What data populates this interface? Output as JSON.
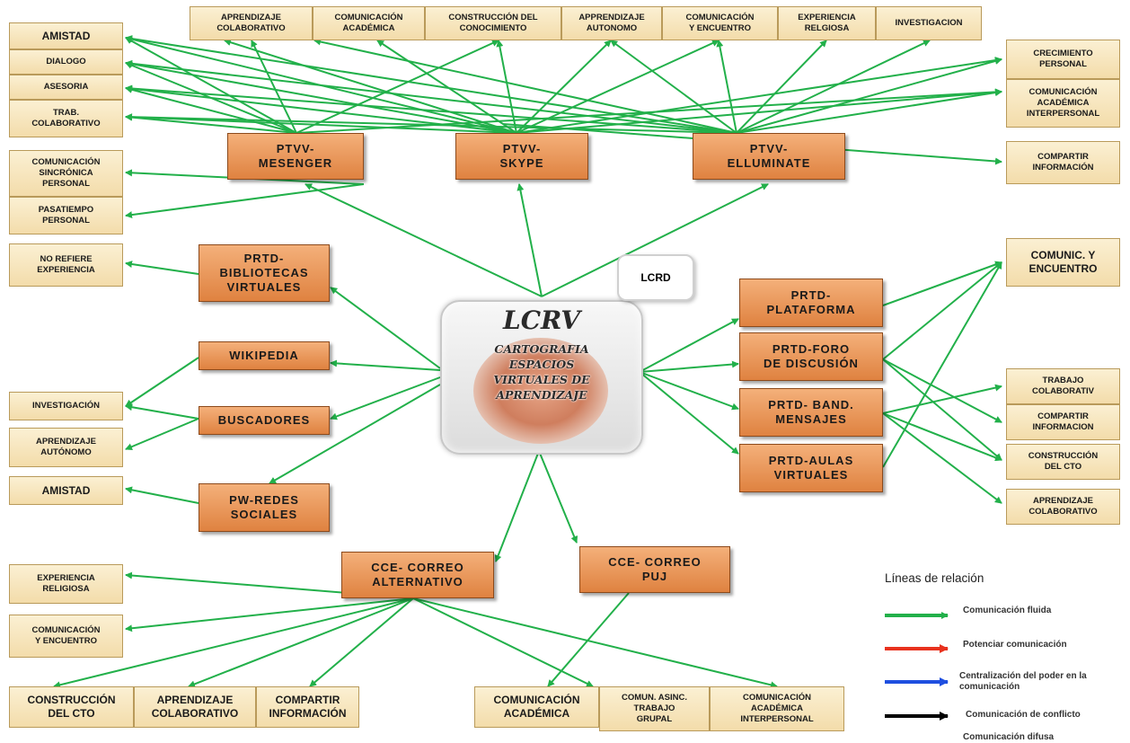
{
  "nodes": {
    "top_aprendizaje_colaborativo": "APRENDIZAJE\nCOLABORATIVO",
    "top_comunicacion_academica": "COMUNICACIÓN\nACADÉMICA",
    "top_construccion_conocimiento": "CONSTRUCCIÓN DEL\nCONOCIMIENTO",
    "top_apprendizaje_autonomo": "APPRENDIZAJE\nAUTONOMO",
    "top_comunicacion_encuentro": "COMUNICACIÓN\nY ENCUENTRO",
    "top_experiencia_relgiosa": "EXPERIENCIA\nRELGIOSA",
    "top_investigacion": "INVESTIGACION",
    "amistad_top": "AMISTAD",
    "dialogo": "DIALOGO",
    "asesoria": "ASESORIA",
    "trab_colaborativo": "TRAB.\nCOLABORATIVO",
    "comunicacion_sincronica": "COMUNICACIÓN\nSINCRÓNICA\nPERSONAL",
    "pasatiempo": "PASATIEMPO\nPERSONAL",
    "no_refiere": "NO REFIERE\nEXPERIENCIA",
    "investigacion_left": "INVESTIGACIÓN",
    "aprendizaje_autonomo_left": "APRENDIZAJE\nAUTÓNOMO",
    "amistad_left": "AMISTAD",
    "experiencia_religiosa_left": "EXPERIENCIA\nRELIGIOSA",
    "comunicacion_encuentro_left": "COMUNICACIÓN\nY ENCUENTRO",
    "bottom_construccion": "CONSTRUCCIÓN\nDEL CTO",
    "bottom_aprendizaje_colab": "APRENDIZAJE\nCOLABORATIVO",
    "bottom_compartir": "COMPARTIR\nINFORMACIÓN",
    "bottom_comunicacion_academica": "COMUNICACIÓN\nACADÉMICA",
    "bottom_comun_asinc": "COMUN. ASINC.\nTRABAJO\nGRUPAL",
    "bottom_comunicacion_interpersonal": "COMUNICACIÓN\nACADÉMICA\nINTERPERSONAL",
    "right_crecimiento": "CRECIMIENTO\nPERSONAL",
    "right_comunicacion_interpersonal": "COMUNICACIÓN\nACADÉMICA\nINTERPERSONAL",
    "right_compartir": "COMPARTIR\nINFORMACIÓN",
    "right_comunic_encuentro": "COMUNIC. Y\nENCUENTRO",
    "right_trabajo_colab": "TRABAJO\nCOLABORATIV",
    "right_compartir2": "COMPARTIR\nINFORMACION",
    "right_construccion": "CONSTRUCCIÓN\nDEL CTO",
    "right_aprendizaje_colab": "APRENDIZAJE\nCOLABORATIVO",
    "ptvv_mesenger": "PTVV-\nMESENGER",
    "ptvv_skype": "PTVV-\nSKYPE",
    "ptvv_elluminate": "PTVV-\nELLUMINATE",
    "prtd_bibliotecas": "PRTD-\nBIBLIOTECAS\nVIRTUALES",
    "wikipedia": "WIKIPEDIA",
    "buscadores": "BUSCADORES",
    "pw_redes": "PW-REDES\nSOCIALES",
    "cce_alternativo": "CCE- CORREO\nALTERNATIVO",
    "cce_puj": "CCE- CORREO\nPUJ",
    "prtd_plataforma": "PRTD-\nPLATAFORMA",
    "prtd_foro": "PRTD-FORO\nDE DISCUSIÓN",
    "prtd_band": "PRTD- BAND.\nMENSAJES",
    "prtd_aulas": "PRTD-AULAS\nVIRTUALES"
  },
  "center": {
    "title": "LCRV",
    "subtitle": "CARTOGRAFIA\nESPACIOS\nVIRTUALES DE\nAPRENDIZAJE"
  },
  "lcrd": "LCRD",
  "legend": {
    "title": "Líneas de relación",
    "items": [
      {
        "label": "Comunicación fluida",
        "color": "#22b04a"
      },
      {
        "label": "Potenciar comunicación",
        "color": "#e8321e"
      },
      {
        "label": "Centralización del poder en la comunicación",
        "color": "#1f4fe0"
      },
      {
        "label": "Comunicación de conflicto",
        "color": "#000000"
      },
      {
        "label": "Comunicación difusa",
        "color": "#000000"
      }
    ]
  },
  "colors": {
    "link": "#22b04a",
    "hub_fill": "#e58f4c",
    "leaf_fill": "#f8e6be"
  }
}
